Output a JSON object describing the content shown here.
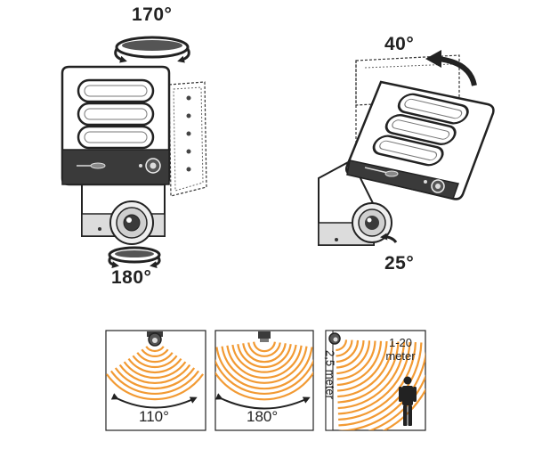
{
  "rotation_labels": {
    "left_top": "170°",
    "left_bottom": "180°",
    "right_top": "40°",
    "right_bottom": "25°"
  },
  "panels": [
    {
      "angle_label": "110°"
    },
    {
      "angle_label": "180°"
    },
    {
      "range_label": "1-20\nmeter",
      "height_label": "2,5 meter"
    }
  ],
  "colors": {
    "wave": "#f29a33",
    "outline": "#222222",
    "shade": "#dcdcdc",
    "dark": "#3a3a3a"
  }
}
